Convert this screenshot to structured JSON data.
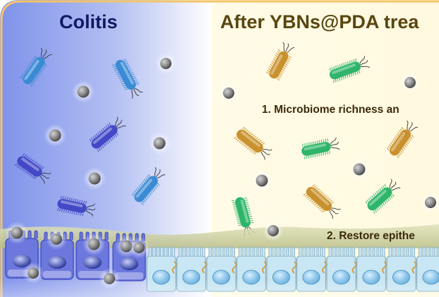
{
  "colors": {
    "left_panel_top": "#7f92ea",
    "left_panel_fade": "#ffffff",
    "right_panel": "#fffce6",
    "outer_border": "#f3c467",
    "title_left": "#101a63",
    "title_right": "#5a4610",
    "notes": "#3b2a0a",
    "nanoparticle": "#8a8a8a",
    "bacteria_blue": "#3a8bd4",
    "bacteria_indigo": "#4349c6",
    "bacteria_green": "#2fb56a",
    "bacteria_orange": "#c9912d",
    "mucus_layer": "#cfd3a4",
    "healthy_cell": "#c8e6f3",
    "healthy_nucleus": "#6bb3e0",
    "damaged_cell": "#6c78dd",
    "damaged_nucleus": "#1e2c8f"
  },
  "left_panel": {
    "title": "Colitis"
  },
  "right_panel": {
    "title": "After YBNs@PDA trea",
    "note_1": "1. Microbiome richness an",
    "note_2": "2. Restore epithe"
  }
}
